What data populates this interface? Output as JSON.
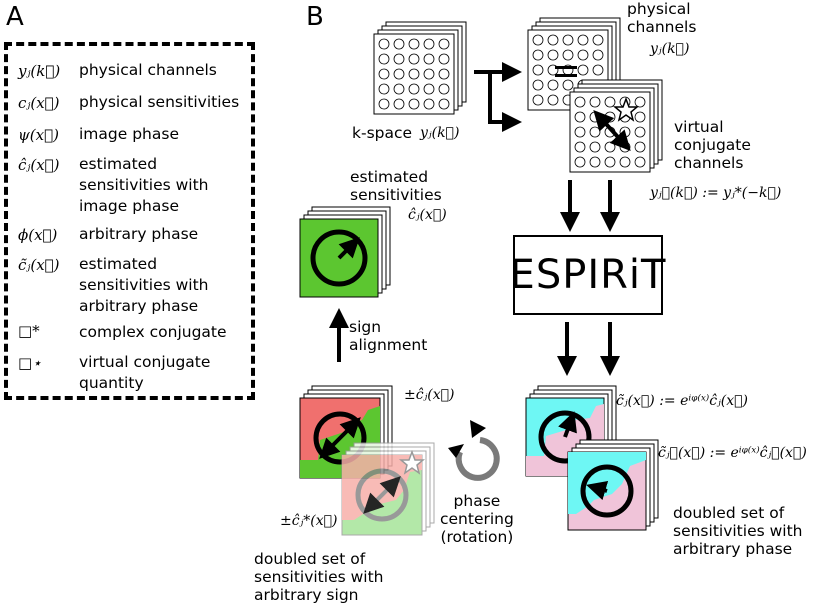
{
  "panel_a": {
    "letter": "A",
    "legend": [
      {
        "symbol": "yⱼ(k⃗)",
        "text": "physical channels"
      },
      {
        "symbol": "cⱼ(x⃗)",
        "text": "physical sensitivities"
      },
      {
        "symbol": "ψ(x⃗)",
        "text": "image phase"
      },
      {
        "symbol": "ĉⱼ(x⃗)",
        "text": "estimated\nsensitivities with\nimage phase"
      },
      {
        "symbol": "ϕ(x⃗)",
        "text": "arbitrary phase"
      },
      {
        "symbol": "c̃ⱼ(x⃗)",
        "text": "estimated\nsensitivities with\narbitrary phase"
      },
      {
        "symbol": "□*",
        "text": "complex conjugate"
      },
      {
        "symbol": "□⋆",
        "text": "virtual conjugate\nquantity"
      }
    ]
  },
  "panel_b": {
    "letter": "B",
    "kspace_label": "k-space",
    "kspace_math": "yⱼ(k⃗)",
    "physical_label": "physical\nchannels",
    "physical_math": "yⱼ(k⃗)",
    "virtual_label": "virtual\nconjugate\nchannels",
    "virtual_math": "yⱼ⋆(k⃗) := yⱼ*(−k⃗)",
    "espirit_label": "ESPIRiT",
    "estimated_label": "estimated\nsensitivities",
    "estimated_math": "ĉⱼ(x⃗)",
    "sign_label": "sign\nalignment",
    "pm_top_math": "±ĉⱼ(x⃗)",
    "pm_bottom_math": "±ĉⱼ*(x⃗)",
    "doubled_sign_label": "doubled set of\nsensitivities with\narbitrary sign",
    "phase_label": "phase\ncentering\n(rotation)",
    "tilde_top_math": "c̃ⱼ(x⃗) := eⁱᵠ⁽ˣ⁾ĉⱼ(x⃗)",
    "tilde_bottom_math": "c̃ⱼ⋆(x⃗) := eⁱᵠ⁽ˣ⁾ĉⱼ⋆(x⃗)",
    "doubled_phase_label": "doubled set of\nsensitivities with\narbitrary phase"
  },
  "colors": {
    "green": "#5cc630",
    "red": "#f0706e",
    "light_green": "#a6e49a",
    "light_red": "#f7b0aa",
    "cyan": "#6ef7f4",
    "pink": "#f0c4d9",
    "gray": "#7a7a7a"
  }
}
